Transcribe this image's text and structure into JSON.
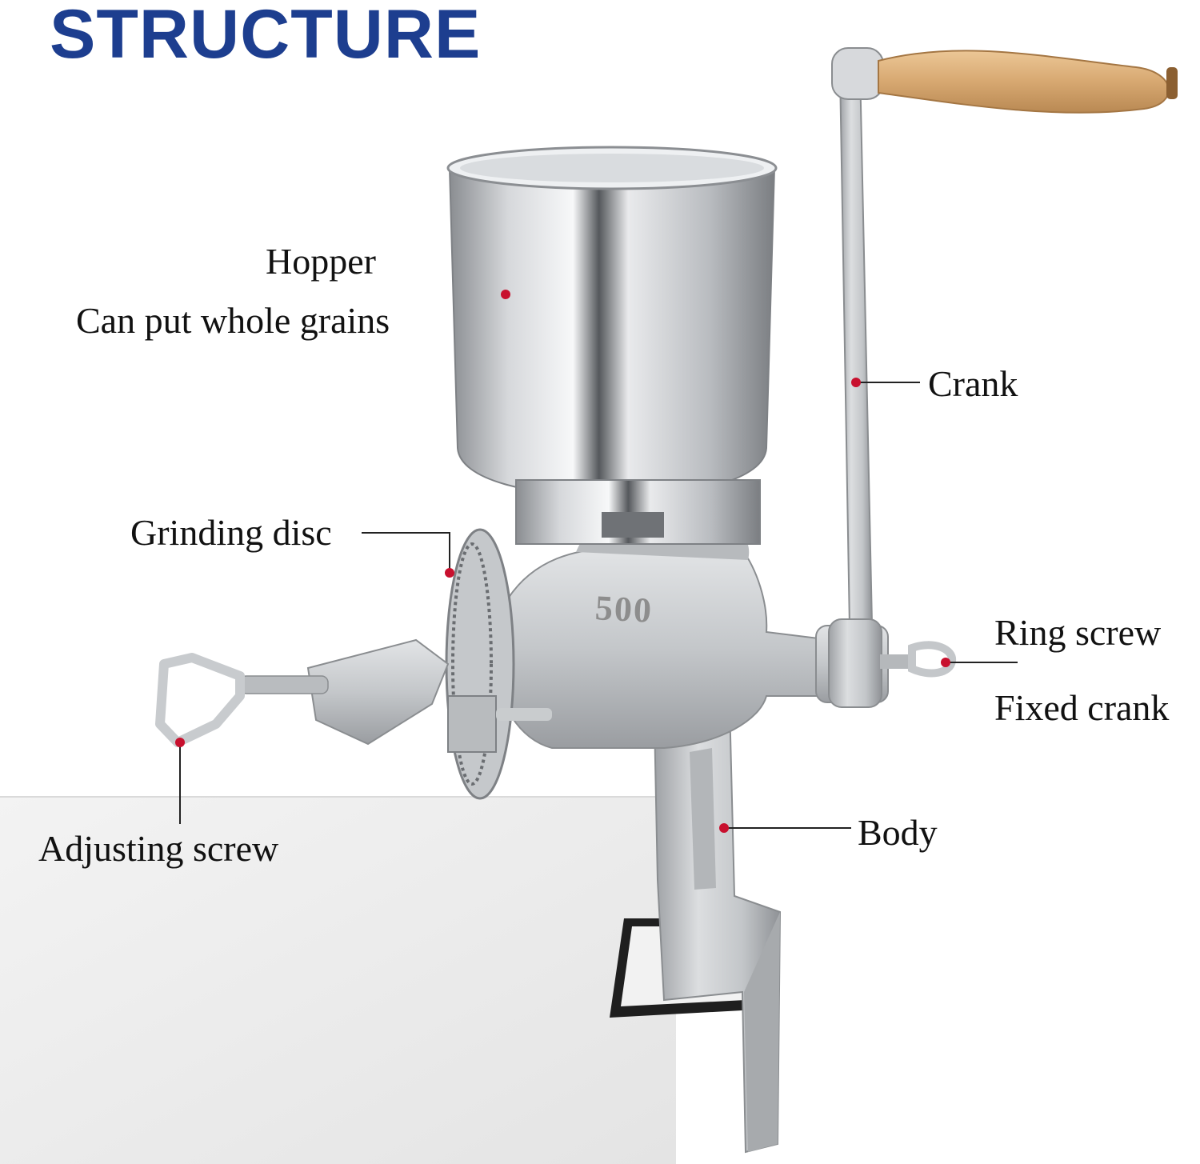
{
  "title": "STRUCTURE",
  "colors": {
    "title": "#1d3e8f",
    "marker_dot": "#c8102e",
    "leader_line": "#222222",
    "table_top": "#eeeeee",
    "steel": "#c9ccd0",
    "wood_handle": "#d9ad78"
  },
  "model_mark": "500",
  "labels": {
    "hopper": "Hopper",
    "hopper_note": "Can put whole grains",
    "crank": "Crank",
    "grinding_disc": "Grinding disc",
    "ring_screw": "Ring screw",
    "ring_screw_note": "Fixed crank",
    "body": "Body",
    "adjusting_screw": "Adjusting screw"
  }
}
